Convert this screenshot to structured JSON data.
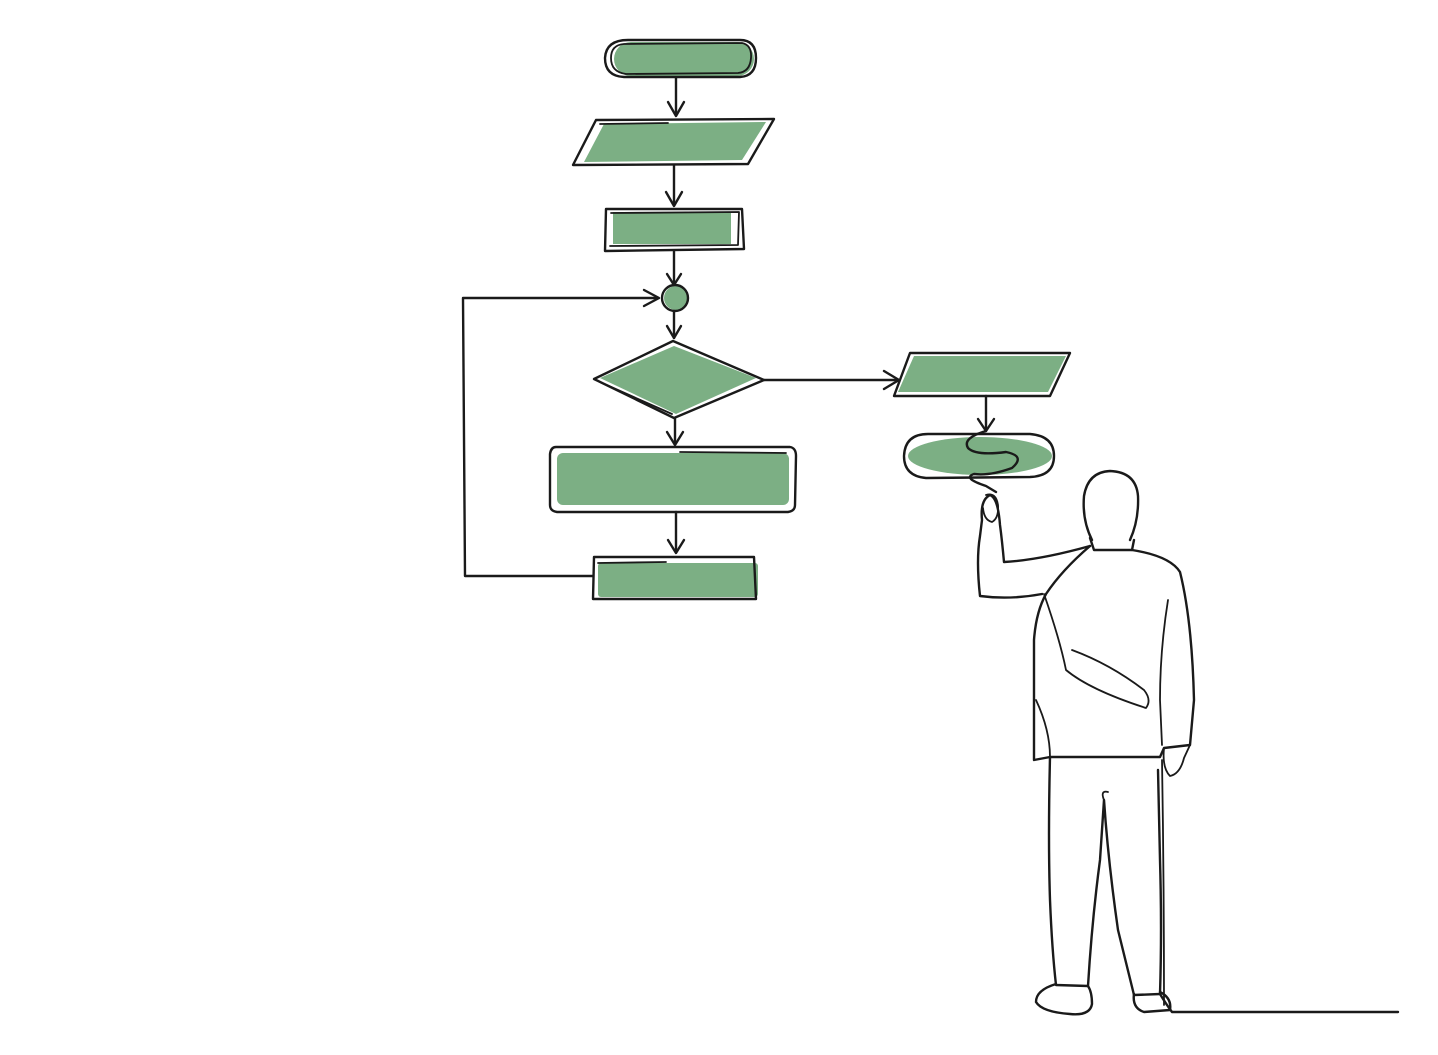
{
  "colors": {
    "fill": "#7caf84",
    "ink": "#1a1a1a",
    "background": "#ffffff"
  },
  "flowchart": {
    "nodes": [
      {
        "id": "start",
        "shape": "terminator"
      },
      {
        "id": "input",
        "shape": "parallelogram"
      },
      {
        "id": "process-1",
        "shape": "rectangle"
      },
      {
        "id": "connector",
        "shape": "circle"
      },
      {
        "id": "decision",
        "shape": "diamond"
      },
      {
        "id": "process-2",
        "shape": "rectangle"
      },
      {
        "id": "process-3",
        "shape": "rectangle"
      },
      {
        "id": "output",
        "shape": "parallelogram"
      },
      {
        "id": "end",
        "shape": "terminator"
      }
    ],
    "edges": [
      {
        "from": "start",
        "to": "input"
      },
      {
        "from": "input",
        "to": "process-1"
      },
      {
        "from": "process-1",
        "to": "connector"
      },
      {
        "from": "connector",
        "to": "decision"
      },
      {
        "from": "decision",
        "to": "process-2"
      },
      {
        "from": "decision",
        "to": "output"
      },
      {
        "from": "process-2",
        "to": "process-3"
      },
      {
        "from": "process-3",
        "to": "connector"
      },
      {
        "from": "output",
        "to": "end"
      }
    ]
  },
  "illustration": {
    "figure": "businessman-drawing-flowchart",
    "style": "single-line-drawing"
  }
}
